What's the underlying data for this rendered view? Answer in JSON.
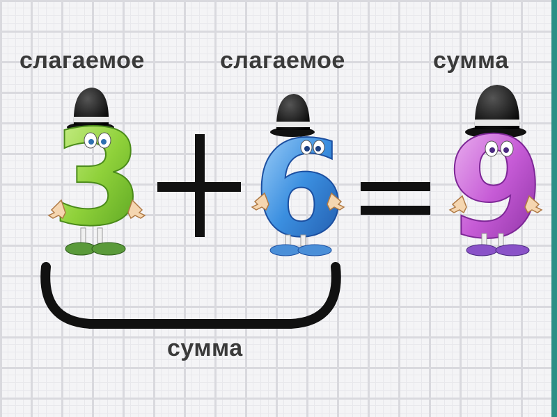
{
  "labels": {
    "addend_1": "слагаемое",
    "addend_2": "слагаемое",
    "sum_top": "сумма",
    "sum_bottom": "сумма"
  },
  "equation": {
    "first_digit": "3",
    "operator": "+",
    "second_digit": "6",
    "equals": "=",
    "result_digit": "9"
  },
  "colors": {
    "digit_3": "#8fd13a",
    "digit_6": "#3b8fe0",
    "digit_9": "#c65bd6",
    "shoe_3": "#5a9a3a",
    "shoe_6": "#4a8fd8",
    "shoe_9": "#8a52c8",
    "symbols": "#111111"
  }
}
